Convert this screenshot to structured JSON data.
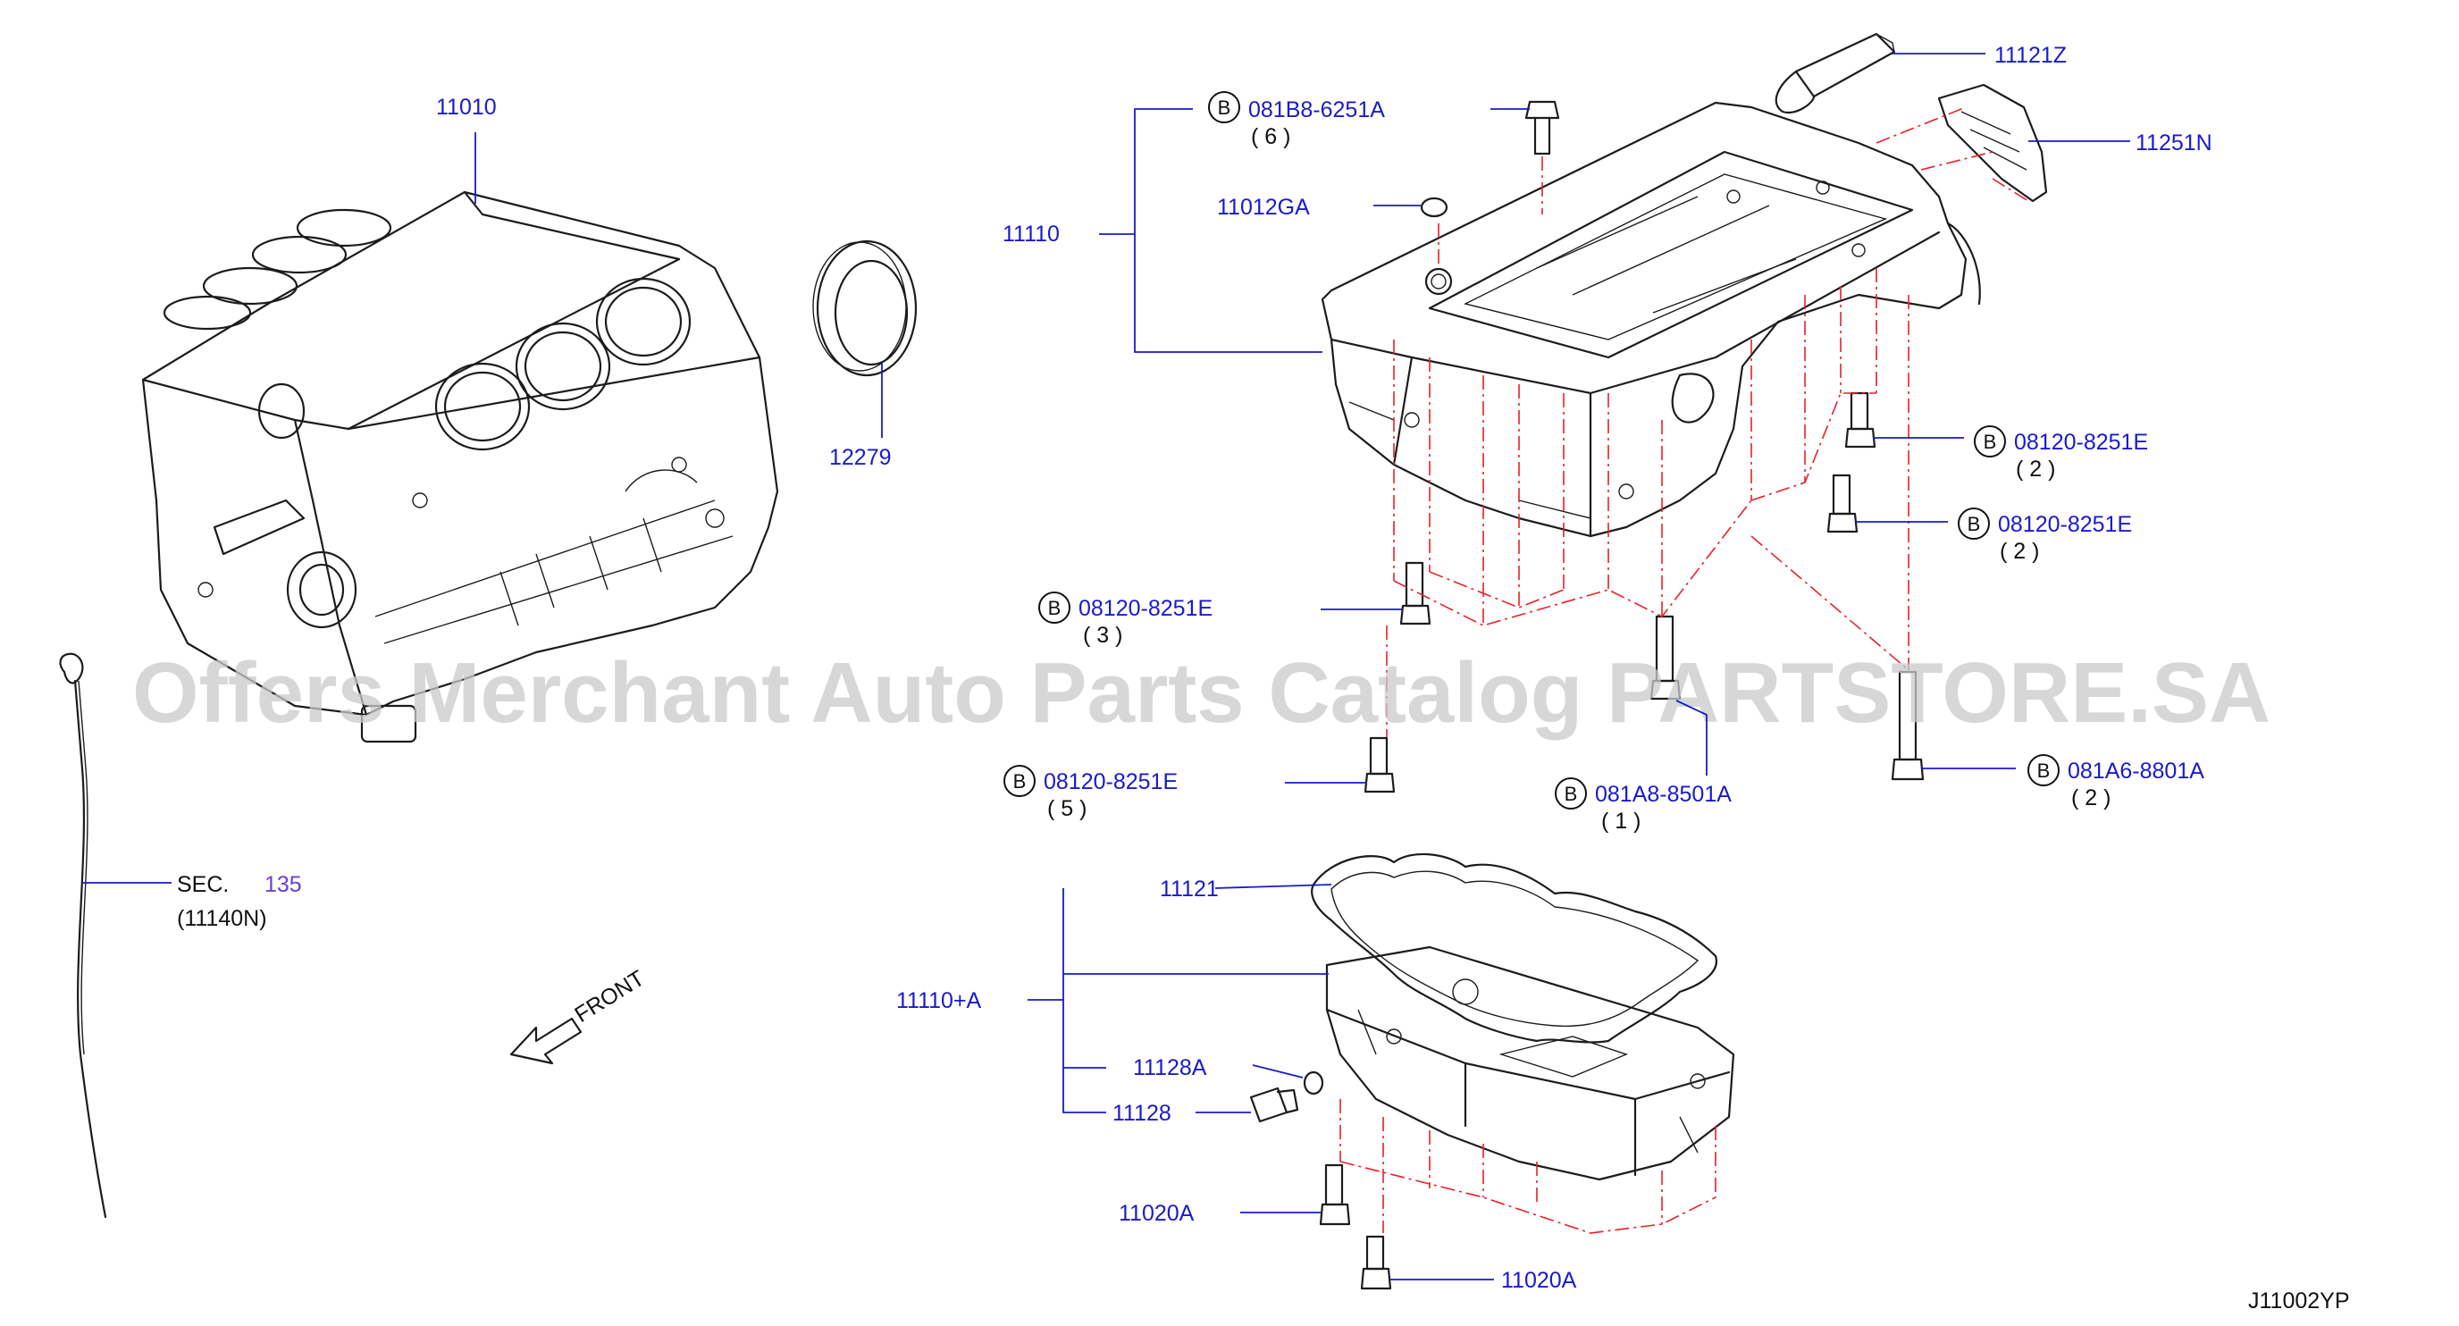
{
  "diagram": {
    "watermark": "Offers Merchant Auto Parts Catalog PARTSTORE.SA",
    "diagram_code": "J11002YP",
    "front_label": "FRONT",
    "sec_ref": {
      "prefix": "SEC.",
      "number": "135",
      "part": "(11140N)"
    },
    "callouts": [
      {
        "id": "c11010",
        "text": "11010"
      },
      {
        "id": "c12279",
        "text": "12279"
      },
      {
        "id": "c11110",
        "text": "11110"
      },
      {
        "id": "c081B8",
        "text": "081B8-6251A",
        "qty": "( 6 )",
        "badge": "B"
      },
      {
        "id": "c11012GA",
        "text": "11012GA"
      },
      {
        "id": "c11121Z",
        "text": "11121Z"
      },
      {
        "id": "c11251N",
        "text": "11251N"
      },
      {
        "id": "c08120a",
        "text": "08120-8251E",
        "qty": "( 2 )",
        "badge": "B"
      },
      {
        "id": "c08120b",
        "text": "08120-8251E",
        "qty": "( 2 )",
        "badge": "B"
      },
      {
        "id": "c08120c",
        "text": "08120-8251E",
        "qty": "( 3 )",
        "badge": "B"
      },
      {
        "id": "c08120d",
        "text": "08120-8251E",
        "qty": "( 5 )",
        "badge": "B"
      },
      {
        "id": "c081A8",
        "text": "081A8-8501A",
        "qty": "( 1 )",
        "badge": "B"
      },
      {
        "id": "c081A6",
        "text": "081A6-8801A",
        "qty": "( 2 )",
        "badge": "B"
      },
      {
        "id": "c11121",
        "text": "11121"
      },
      {
        "id": "c11110A",
        "text": "11110+A"
      },
      {
        "id": "c11128A",
        "text": "11128A"
      },
      {
        "id": "c11128",
        "text": "11128"
      },
      {
        "id": "c11020Aa",
        "text": "11020A"
      },
      {
        "id": "c11020Ab",
        "text": "11020A"
      }
    ]
  }
}
